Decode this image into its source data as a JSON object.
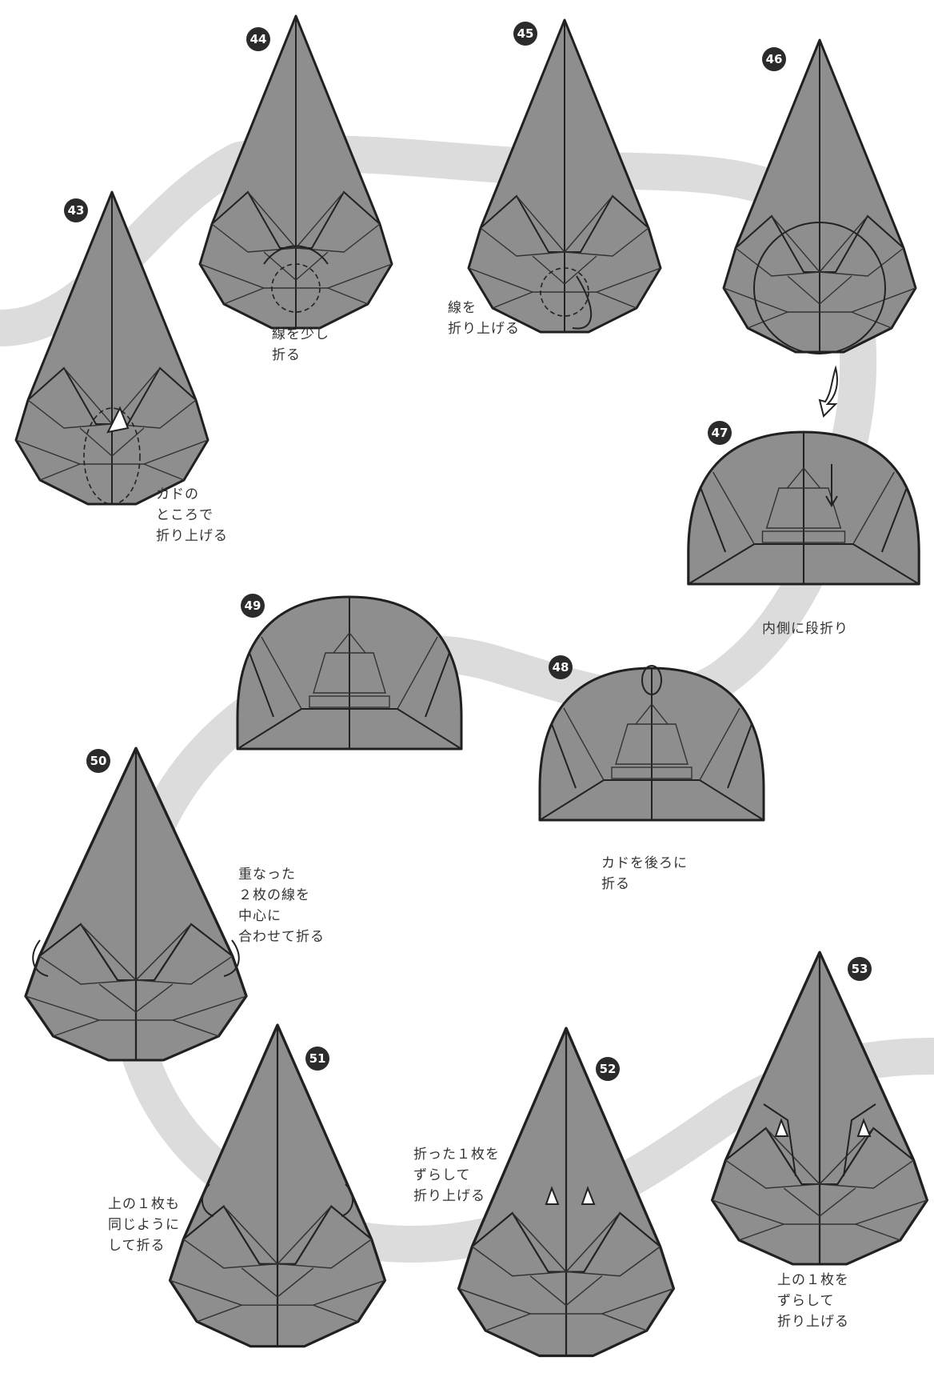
{
  "steps": [
    {
      "number": "43",
      "caption": "カドの\nところで\n折り上げる"
    },
    {
      "number": "44",
      "caption": "線を少し\n折る"
    },
    {
      "number": "45",
      "caption": "線を\n折り上げる"
    },
    {
      "number": "46",
      "caption": ""
    },
    {
      "number": "47",
      "caption": "内側に段折り"
    },
    {
      "number": "48",
      "caption": "カドを後ろに\n折る"
    },
    {
      "number": "49",
      "caption": ""
    },
    {
      "number": "50",
      "caption": "重なった\n２枚の線を\n中心に\n合わせて折る"
    },
    {
      "number": "51",
      "caption": "上の１枚も\n同じように\nして折る"
    },
    {
      "number": "52",
      "caption": "折った１枚を\nずらして\n折り上げる"
    },
    {
      "number": "53",
      "caption": "上の１枚を\nずらして\n折り上げる"
    }
  ],
  "colors": {
    "paper": "#8e8e8e",
    "line": "#202020",
    "flow_path": "#dcdcdc",
    "background": "#ffffff"
  }
}
